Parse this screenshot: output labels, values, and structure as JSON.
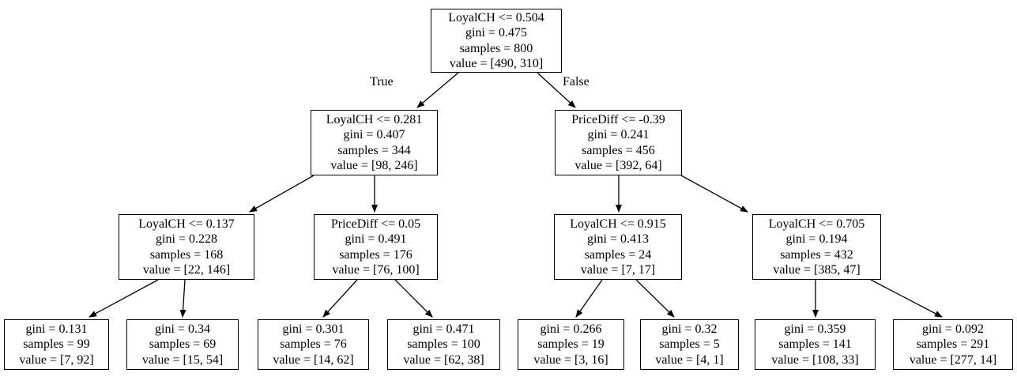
{
  "edge_labels": {
    "true": "True",
    "false": "False"
  },
  "style": {
    "node_border_color": "#000000",
    "node_background": "#ffffff",
    "text_color": "#000000"
  },
  "nodes": {
    "root": {
      "condition": "LoyalCH <= 0.504",
      "gini": "gini = 0.475",
      "samples": "samples = 800",
      "value": "value = [490, 310]"
    },
    "l2_left": {
      "condition": "LoyalCH <= 0.281",
      "gini": "gini = 0.407",
      "samples": "samples = 344",
      "value": "value = [98, 246]"
    },
    "l2_right": {
      "condition": "PriceDiff <= -0.39",
      "gini": "gini = 0.241",
      "samples": "samples = 456",
      "value": "value = [392, 64]"
    },
    "l3_1": {
      "condition": "LoyalCH <= 0.137",
      "gini": "gini = 0.228",
      "samples": "samples = 168",
      "value": "value = [22, 146]"
    },
    "l3_2": {
      "condition": "PriceDiff <= 0.05",
      "gini": "gini = 0.491",
      "samples": "samples = 176",
      "value": "value = [76, 100]"
    },
    "l3_3": {
      "condition": "LoyalCH <= 0.915",
      "gini": "gini = 0.413",
      "samples": "samples = 24",
      "value": "value = [7, 17]"
    },
    "l3_4": {
      "condition": "LoyalCH <= 0.705",
      "gini": "gini = 0.194",
      "samples": "samples = 432",
      "value": "value = [385, 47]"
    },
    "leaf_1": {
      "gini": "gini = 0.131",
      "samples": "samples = 99",
      "value": "value = [7, 92]"
    },
    "leaf_2": {
      "gini": "gini = 0.34",
      "samples": "samples = 69",
      "value": "value = [15, 54]"
    },
    "leaf_3": {
      "gini": "gini = 0.301",
      "samples": "samples = 76",
      "value": "value = [14, 62]"
    },
    "leaf_4": {
      "gini": "gini = 0.471",
      "samples": "samples = 100",
      "value": "value = [62, 38]"
    },
    "leaf_5": {
      "gini": "gini = 0.266",
      "samples": "samples = 19",
      "value": "value = [3, 16]"
    },
    "leaf_6": {
      "gini": "gini = 0.32",
      "samples": "samples = 5",
      "value": "value = [4, 1]"
    },
    "leaf_7": {
      "gini": "gini = 0.359",
      "samples": "samples = 141",
      "value": "value = [108, 33]"
    },
    "leaf_8": {
      "gini": "gini = 0.092",
      "samples": "samples = 291",
      "value": "value = [277, 14]"
    }
  },
  "tree_structure": {
    "root": "LoyalCH <= 0.504",
    "true_branch": {
      "node": "LoyalCH <= 0.281",
      "children": [
        {
          "node": "LoyalCH <= 0.137",
          "children": [
            "leaf_1",
            "leaf_2"
          ]
        },
        {
          "node": "PriceDiff <= 0.05",
          "children": [
            "leaf_3",
            "leaf_4"
          ]
        }
      ]
    },
    "false_branch": {
      "node": "PriceDiff <= -0.39",
      "children": [
        {
          "node": "LoyalCH <= 0.915",
          "children": [
            "leaf_5",
            "leaf_6"
          ]
        },
        {
          "node": "LoyalCH <= 0.705",
          "children": [
            "leaf_7",
            "leaf_8"
          ]
        }
      ]
    }
  }
}
